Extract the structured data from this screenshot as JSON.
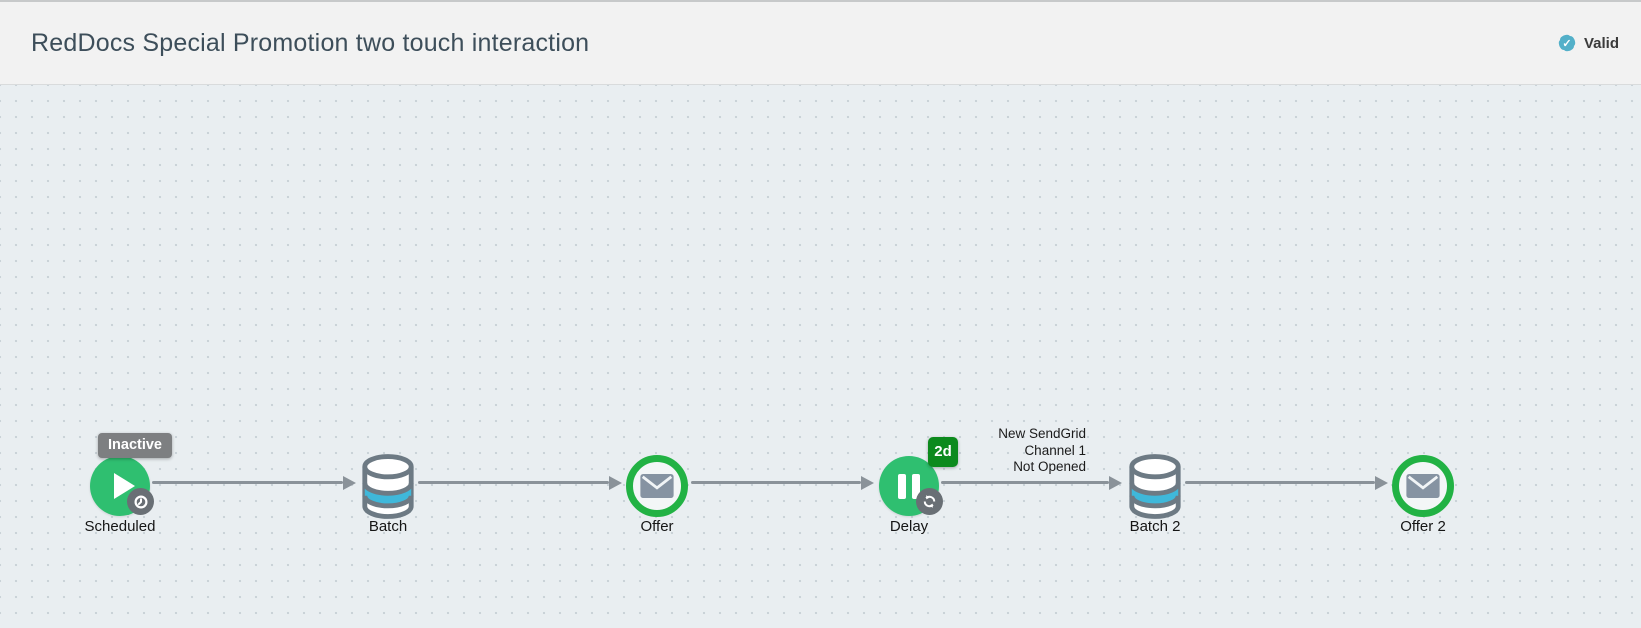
{
  "header": {
    "title": "RedDocs Special Promotion two touch interaction",
    "status": {
      "label": "Valid",
      "icon": "verified-seal-icon",
      "check_glyph": "✓",
      "color": "#53b0c9"
    }
  },
  "canvas": {
    "nodes": [
      {
        "id": "scheduled",
        "label": "Scheduled",
        "type": "trigger",
        "icon": "play-icon",
        "badge": "Inactive",
        "sub_icon": "clock-icon"
      },
      {
        "id": "batch",
        "label": "Batch",
        "type": "batch",
        "icon": "database-icon"
      },
      {
        "id": "offer",
        "label": "Offer",
        "type": "email",
        "icon": "envelope-icon"
      },
      {
        "id": "delay",
        "label": "Delay",
        "type": "wait",
        "icon": "pause-icon",
        "badge": "2d",
        "sub_icon": "refresh-icon"
      },
      {
        "id": "batch2",
        "label": "Batch 2",
        "type": "batch",
        "icon": "database-icon"
      },
      {
        "id": "offer2",
        "label": "Offer 2",
        "type": "email",
        "icon": "envelope-icon"
      }
    ],
    "connectors": [
      {
        "from": "Scheduled",
        "to": "Batch"
      },
      {
        "from": "Batch",
        "to": "Offer"
      },
      {
        "from": "Offer",
        "to": "Delay"
      },
      {
        "from": "Delay",
        "to": "Batch 2",
        "label_lines": [
          "New SendGrid",
          "Channel 1",
          "Not Opened"
        ]
      },
      {
        "from": "Batch 2",
        "to": "Offer 2"
      }
    ],
    "colors": {
      "node_green": "#2fbf70",
      "ring_green": "#22b244",
      "duration_badge_green": "#0c8a1d",
      "inactive_badge_gray": "#7d7f81",
      "cylinder_blue": "#3fb8da",
      "connector_gray": "#8a9299",
      "valid_teal": "#53b0c9"
    }
  }
}
